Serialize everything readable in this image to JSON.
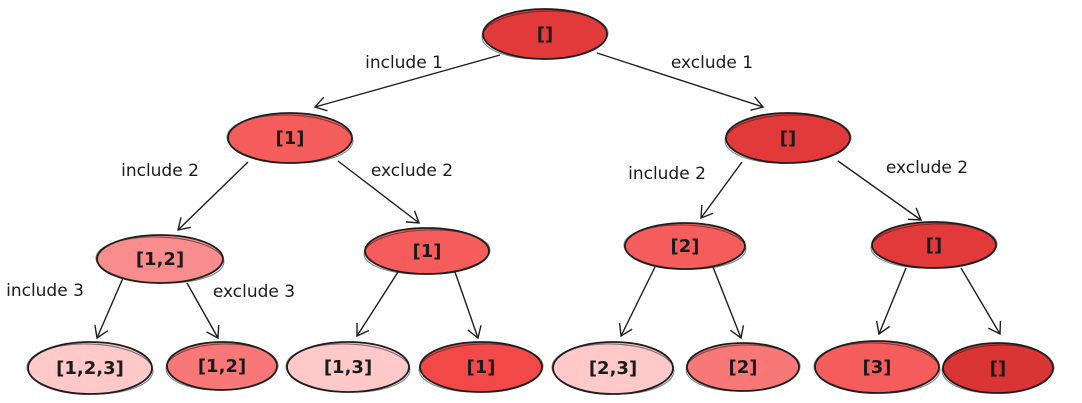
{
  "canvas": {
    "background": "#ffffff",
    "ink": "#1e1e1e",
    "text_color": "#1b1b1b"
  },
  "nodes": [
    {
      "id": "root-empty",
      "label": "[]",
      "fill": "#e23a3a",
      "level": 0
    },
    {
      "id": "l1-1",
      "label": "[1]",
      "fill": "#f55d5d",
      "level": 1
    },
    {
      "id": "l1-empty",
      "label": "[]",
      "fill": "#e23a3a",
      "level": 1
    },
    {
      "id": "l2-12",
      "label": "[1,2]",
      "fill": "#f98d8d",
      "level": 2
    },
    {
      "id": "l2-1",
      "label": "[1]",
      "fill": "#f55d5d",
      "level": 2
    },
    {
      "id": "l2-2",
      "label": "[2]",
      "fill": "#f55d5d",
      "level": 2
    },
    {
      "id": "l2-empty",
      "label": "[]",
      "fill": "#e23a3a",
      "level": 2
    },
    {
      "id": "l3-123",
      "label": "[1,2,3]",
      "fill": "#ffc9c9",
      "level": 3
    },
    {
      "id": "l3-12",
      "label": "[1,2]",
      "fill": "#f87878",
      "level": 3
    },
    {
      "id": "l3-13",
      "label": "[1,3]",
      "fill": "#ffc9c9",
      "level": 3
    },
    {
      "id": "l3-1",
      "label": "[1]",
      "fill": "#f24848",
      "level": 3
    },
    {
      "id": "l3-23",
      "label": "[2,3]",
      "fill": "#ffc9c9",
      "level": 3
    },
    {
      "id": "l3-2",
      "label": "[2]",
      "fill": "#f87878",
      "level": 3
    },
    {
      "id": "l3-3",
      "label": "[3]",
      "fill": "#f55d5d",
      "level": 3
    },
    {
      "id": "l3-empty",
      "label": "[]",
      "fill": "#da3434",
      "level": 3
    }
  ],
  "edges": [
    {
      "from": "root-empty",
      "to": "l1-1",
      "label": "include 1"
    },
    {
      "from": "root-empty",
      "to": "l1-empty",
      "label": "exclude 1"
    },
    {
      "from": "l1-1",
      "to": "l2-12",
      "label": "include 2"
    },
    {
      "from": "l1-1",
      "to": "l2-1",
      "label": "exclude 2"
    },
    {
      "from": "l1-empty",
      "to": "l2-2",
      "label": "include 2"
    },
    {
      "from": "l1-empty",
      "to": "l2-empty",
      "label": "exclude 2"
    },
    {
      "from": "l2-12",
      "to": "l3-123",
      "label": "include 3"
    },
    {
      "from": "l2-12",
      "to": "l3-12",
      "label": "exclude 3"
    },
    {
      "from": "l2-1",
      "to": "l3-13",
      "label": ""
    },
    {
      "from": "l2-1",
      "to": "l3-1",
      "label": ""
    },
    {
      "from": "l2-2",
      "to": "l3-23",
      "label": ""
    },
    {
      "from": "l2-2",
      "to": "l3-2",
      "label": ""
    },
    {
      "from": "l2-empty",
      "to": "l3-3",
      "label": ""
    },
    {
      "from": "l2-empty",
      "to": "l3-empty",
      "label": ""
    }
  ]
}
